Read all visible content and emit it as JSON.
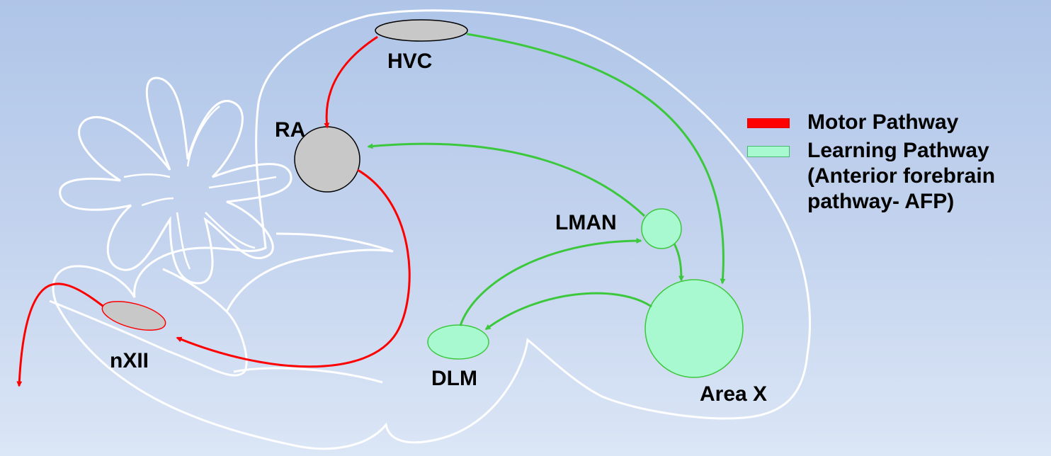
{
  "nuclei": {
    "hvc": "HVC",
    "ra": "RA",
    "lman": "LMAN",
    "dlm": "DLM",
    "area_x": "Area X",
    "nxii": "nXII"
  },
  "legend": {
    "motor": "Motor Pathway",
    "learning_line1": "Learning Pathway",
    "learning_line2": "(Anterior forebrain",
    "learning_line3": "pathway- AFP)"
  },
  "colors": {
    "motor": "#ff0000",
    "learning": "#3cc83c",
    "learning_fill": "#a8f8d0",
    "nucleus_gray": "#c8c8c8",
    "outline": "#ffffff"
  }
}
